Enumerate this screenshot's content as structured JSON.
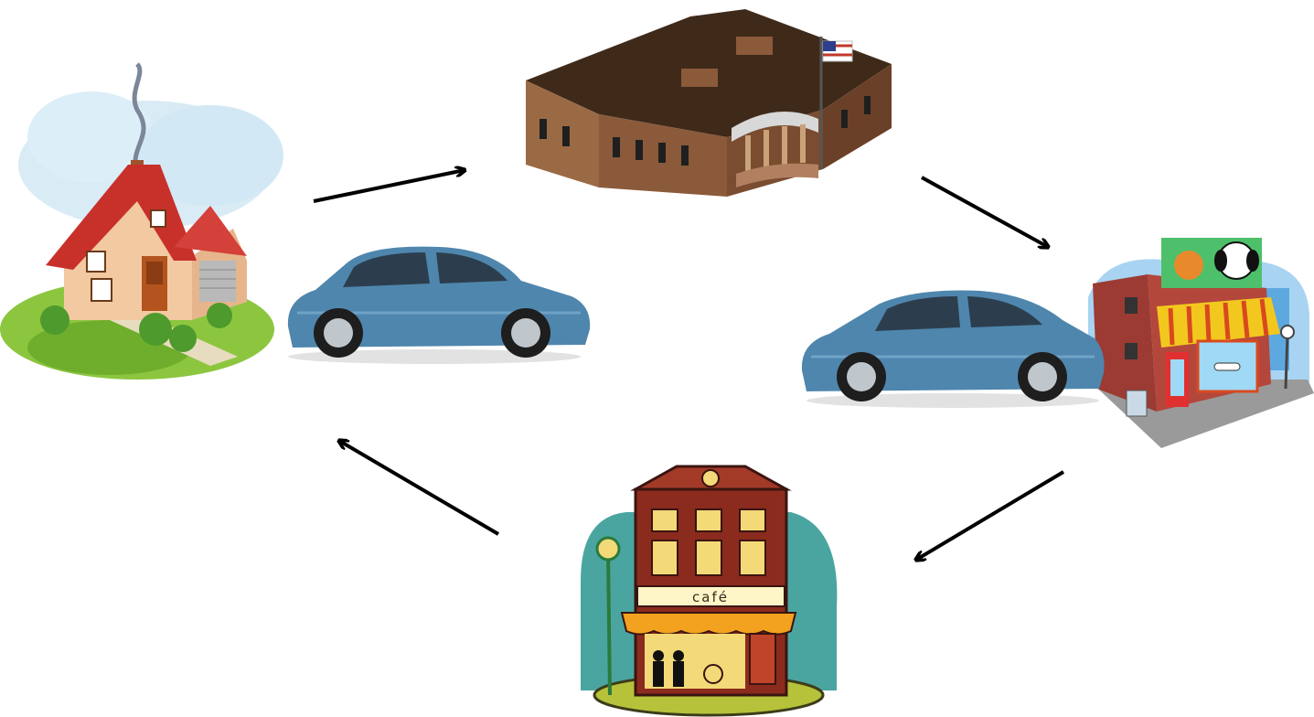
{
  "nodes": {
    "house": {
      "icon": "house-icon"
    },
    "school": {
      "icon": "school-building-icon"
    },
    "pet_store": {
      "icon": "pet-store-icon"
    },
    "cafe": {
      "icon": "cafe-icon",
      "sign": "café"
    }
  },
  "vehicles": [
    {
      "icon": "car-icon"
    },
    {
      "icon": "car-icon"
    }
  ],
  "edges": [
    {
      "from": "house",
      "to": "school"
    },
    {
      "from": "school",
      "to": "pet_store"
    },
    {
      "from": "pet_store",
      "to": "cafe"
    },
    {
      "from": "cafe",
      "to": "house"
    }
  ],
  "colors": {
    "arrow": "#000000",
    "car_body": "#4f86ad",
    "house_roof": "#c8302a",
    "school_wall": "#8a5a3a",
    "cafe_wall": "#8b2b1e",
    "cafe_bg": "#4aa5a0",
    "pet_awning": "#f2c81e"
  }
}
